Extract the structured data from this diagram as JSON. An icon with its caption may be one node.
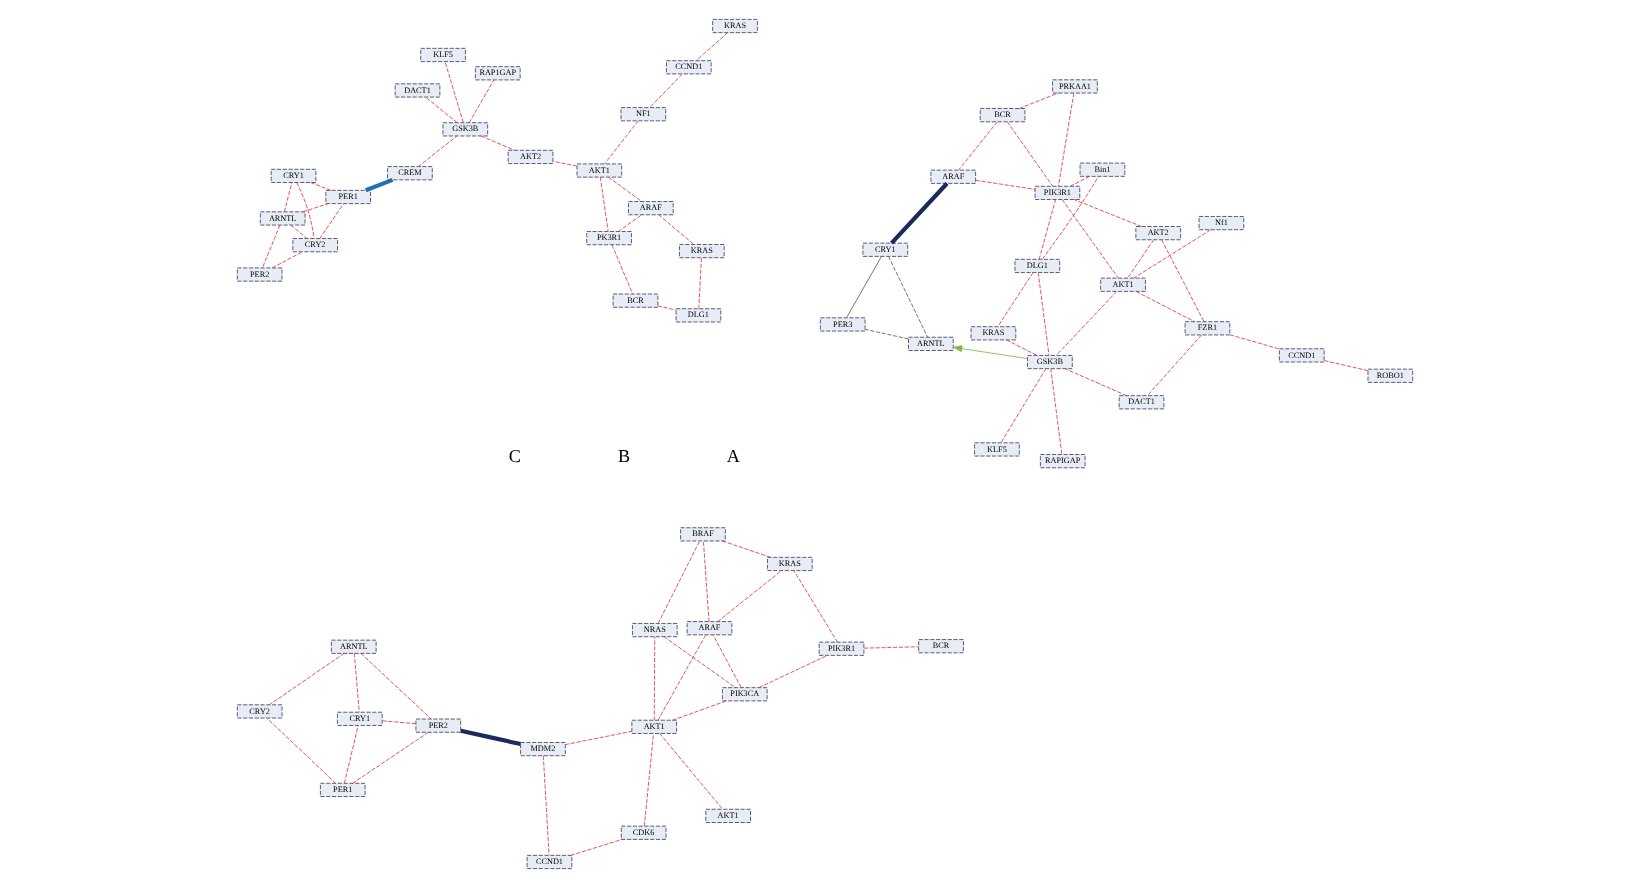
{
  "diagram": {
    "nodes": [
      {
        "text": [
          "ARNTL"
        ]
      },
      {
        "text": [
          "PER1"
        ]
      },
      {
        "text": [
          "CRY1"
        ]
      },
      {
        "text": [
          "PER2"
        ]
      },
      {
        "text": [
          "CRY2"
        ]
      },
      {
        "text": [
          "MDM2"
        ]
      },
      {
        "text": [
          "NRAS"
        ]
      },
      {
        "text": [
          "PIK3CA"
        ]
      },
      {
        "text": [
          "CCND1"
        ]
      },
      {
        "text": [
          "AKT1"
        ]
      },
      {
        "text": [
          "PIK3R1"
        ]
      },
      {
        "text": [
          "BCR"
        ]
      },
      {
        "text": [
          "CDK6"
        ]
      },
      {
        "text": [
          "ARAF"
        ]
      },
      {
        "text": [
          "AKT1"
        ]
      },
      {
        "text": [
          "BRAF"
        ]
      },
      {
        "text": [
          "KRAS"
        ]
      },
      {
        "text": [
          "ARNTL"
        ]
      },
      {
        "text": [
          "CRY1"
        ]
      },
      {
        "text": [
          "CRY2"
        ]
      },
      {
        "text": [
          "PER2"
        ]
      },
      {
        "text": [
          "PER1"
        ]
      },
      {
        "text": [
          "BCR"
        ]
      },
      {
        "text": [
          "PK3R1"
        ]
      },
      {
        "text": [
          "DLG1"
        ]
      },
      {
        "text": [
          "CREM"
        ]
      },
      {
        "text": [
          "KRAS"
        ]
      },
      {
        "text": [
          "CCND1"
        ]
      },
      {
        "text": [
          "NF1"
        ]
      },
      {
        "text": [
          "AKT1"
        ]
      },
      {
        "text": [
          "ARAF"
        ]
      },
      {
        "text": [
          "KRAS"
        ]
      },
      {
        "text": [
          "GSK3B"
        ]
      },
      {
        "text": [
          "AKT2"
        ]
      },
      {
        "text": [
          "KLF5"
        ]
      },
      {
        "text": [
          "RAP1GAP"
        ]
      },
      {
        "text": [
          "DACT1"
        ]
      },
      {
        "text": [
          "Nf1"
        ]
      },
      {
        "text": [
          "DLG1"
        ]
      },
      {
        "text": [
          "BCR"
        ]
      },
      {
        "text": [
          "KRAS"
        ]
      },
      {
        "text": [
          "Bin1"
        ]
      },
      {
        "text": [
          "AKT2"
        ]
      },
      {
        "text": [
          "ARAF"
        ]
      },
      {
        "text": [
          "PRKAA1"
        ]
      },
      {
        "text": [
          "PIK3R1"
        ]
      },
      {
        "text": [
          "AKT1"
        ]
      },
      {
        "text": [
          "DACT1"
        ]
      },
      {
        "text": [
          "FZR1"
        ]
      },
      {
        "text": [
          "GSK3B"
        ]
      },
      {
        "text": [
          "RAPIGAP"
        ]
      },
      {
        "text": [
          "CCND1"
        ]
      },
      {
        "text": [
          "ROBO1"
        ]
      },
      {
        "text": [
          "CRY1"
        ]
      },
      {
        "text": [
          "KLF5"
        ]
      },
      {
        "text": [
          "ARNTL"
        ]
      },
      {
        "text": [
          "PER3"
        ]
      }
    ],
    "edges": [
      {
        "from": 0,
        "to": 3,
        "arrow": "none",
        "style": "dashed"
      },
      {
        "from": 0,
        "to": 2,
        "arrow": "none",
        "style": "dashed"
      },
      {
        "from": 0,
        "to": 4,
        "arrow": "none",
        "style": "dashed"
      },
      {
        "from": 1,
        "to": 3,
        "arrow": "none",
        "style": "dashed"
      },
      {
        "from": 1,
        "to": 2,
        "arrow": "none",
        "style": "dashed"
      },
      {
        "from": 1,
        "to": 4,
        "arrow": "none",
        "style": "dashed"
      },
      {
        "from": 3,
        "to": 2,
        "arrow": "none",
        "style": "dashed"
      },
      {
        "from": 3,
        "to": 5,
        "arrow": "none",
        "style": "thick",
        "color": "#1a2a5a"
      },
      {
        "from": 5,
        "to": 8,
        "arrow": "none",
        "style": "dashed"
      },
      {
        "from": 5,
        "to": 9,
        "arrow": "none",
        "style": "dashed"
      },
      {
        "from": 8,
        "to": 12,
        "arrow": "none",
        "style": "dashed"
      },
      {
        "from": 12,
        "to": 9,
        "arrow": "none",
        "style": "dashed"
      },
      {
        "from": 9,
        "to": 14,
        "arrow": "none",
        "style": "dashed"
      },
      {
        "from": 9,
        "to": 6,
        "arrow": "none",
        "style": "dashed"
      },
      {
        "from": 9,
        "to": 7,
        "arrow": "none",
        "style": "dashed"
      },
      {
        "from": 9,
        "to": 13,
        "arrow": "none",
        "style": "dashed"
      },
      {
        "from": 6,
        "to": 7,
        "arrow": "none",
        "style": "dashed"
      },
      {
        "from": 6,
        "to": 15,
        "arrow": "none",
        "style": "dashed"
      },
      {
        "from": 7,
        "to": 13,
        "arrow": "none",
        "style": "dashed"
      },
      {
        "from": 7,
        "to": 10,
        "arrow": "none",
        "style": "dashed"
      },
      {
        "from": 10,
        "to": 11,
        "arrow": "none",
        "style": "dashed"
      },
      {
        "from": 10,
        "to": 16,
        "arrow": "none",
        "style": "dashed"
      },
      {
        "from": 13,
        "to": 15,
        "arrow": "none",
        "style": "dashed"
      },
      {
        "from": 13,
        "to": 16,
        "arrow": "none",
        "style": "dashed"
      },
      {
        "from": 15,
        "to": 16,
        "arrow": "none",
        "style": "dashed"
      },
      {
        "from": 17,
        "to": 18,
        "arrow": "none",
        "style": "dashed"
      },
      {
        "from": 17,
        "to": 19,
        "arrow": "none",
        "style": "dashed"
      },
      {
        "from": 17,
        "to": 20,
        "arrow": "none",
        "style": "dashed"
      },
      {
        "from": 17,
        "to": 21,
        "arrow": "none",
        "style": "dashed"
      },
      {
        "from": 18,
        "to": 19,
        "arrow": "none",
        "style": "dashed"
      },
      {
        "from": 18,
        "to": 21,
        "arrow": "none",
        "style": "dashed"
      },
      {
        "from": 20,
        "to": 19,
        "arrow": "none",
        "style": "dashed"
      },
      {
        "from": 19,
        "to": 21,
        "arrow": "none",
        "style": "dashed"
      },
      {
        "from": 21,
        "to": 25,
        "arrow": "none",
        "style": "thick",
        "color": "#1f6fb5"
      },
      {
        "from": 25,
        "to": 32,
        "arrow": "none",
        "style": "dashed"
      },
      {
        "from": 26,
        "to": 27,
        "arrow": "none",
        "style": "dashed"
      },
      {
        "from": 27,
        "to": 28,
        "arrow": "none",
        "style": "dashed"
      },
      {
        "from": 28,
        "to": 29,
        "arrow": "none",
        "style": "dashed"
      },
      {
        "from": 29,
        "to": 30,
        "arrow": "none",
        "style": "dashed"
      },
      {
        "from": 29,
        "to": 23,
        "arrow": "none",
        "style": "dashed"
      },
      {
        "from": 29,
        "to": 33,
        "arrow": "none",
        "style": "dashed"
      },
      {
        "from": 23,
        "to": 30,
        "arrow": "none",
        "style": "dashed"
      },
      {
        "from": 23,
        "to": 22,
        "arrow": "none",
        "style": "dashed"
      },
      {
        "from": 22,
        "to": 24,
        "arrow": "none",
        "style": "dashed"
      },
      {
        "from": 24,
        "to": 31,
        "arrow": "none",
        "style": "dashed"
      },
      {
        "from": 30,
        "to": 31,
        "arrow": "none",
        "style": "dashed"
      },
      {
        "from": 32,
        "to": 33,
        "arrow": "none",
        "style": "dashed"
      },
      {
        "from": 32,
        "to": 34,
        "arrow": "none",
        "style": "dashed"
      },
      {
        "from": 32,
        "to": 35,
        "arrow": "none",
        "style": "dashed"
      },
      {
        "from": 32,
        "to": 36,
        "arrow": "none",
        "style": "dashed"
      },
      {
        "from": 38,
        "to": 41,
        "arrow": "none",
        "style": "dashed"
      },
      {
        "from": 38,
        "to": 45,
        "arrow": "none",
        "style": "dashed"
      },
      {
        "from": 38,
        "to": 40,
        "arrow": "none",
        "style": "dashed"
      },
      {
        "from": 38,
        "to": 49,
        "arrow": "none",
        "style": "dashed"
      },
      {
        "from": 41,
        "to": 45,
        "arrow": "none",
        "style": "dashed"
      },
      {
        "from": 39,
        "to": 45,
        "arrow": "none",
        "style": "dashed"
      },
      {
        "from": 39,
        "to": 43,
        "arrow": "none",
        "style": "dashed"
      },
      {
        "from": 39,
        "to": 44,
        "arrow": "none",
        "style": "dashed"
      },
      {
        "from": 37,
        "to": 46,
        "arrow": "none",
        "style": "dashed"
      },
      {
        "from": 40,
        "to": 49,
        "arrow": "none",
        "style": "dashed"
      },
      {
        "from": 42,
        "to": 45,
        "arrow": "none",
        "style": "dashed"
      },
      {
        "from": 42,
        "to": 46,
        "arrow": "none",
        "style": "dashed"
      },
      {
        "from": 42,
        "to": 48,
        "arrow": "none",
        "style": "dashed"
      },
      {
        "from": 43,
        "to": 45,
        "arrow": "none",
        "style": "dashed"
      },
      {
        "from": 44,
        "to": 45,
        "arrow": "none",
        "style": "dashed"
      },
      {
        "from": 45,
        "to": 46,
        "arrow": "none",
        "style": "dashed"
      },
      {
        "from": 46,
        "to": 48,
        "arrow": "none",
        "style": "dashed"
      },
      {
        "from": 46,
        "to": 49,
        "arrow": "none",
        "style": "dashed"
      },
      {
        "from": 48,
        "to": 47,
        "arrow": "none",
        "style": "dashed"
      },
      {
        "from": 48,
        "to": 51,
        "arrow": "none",
        "style": "dashed"
      },
      {
        "from": 47,
        "to": 49,
        "arrow": "none",
        "style": "dashed"
      },
      {
        "from": 43,
        "to": 53,
        "arrow": "none",
        "style": "thick",
        "color": "#1a2a5a"
      },
      {
        "from": 49,
        "to": 55,
        "arrow": "to",
        "color": "#7ab648"
      },
      {
        "from": 49,
        "to": 50,
        "arrow": "none",
        "style": "dashed"
      },
      {
        "from": 49,
        "to": 54,
        "arrow": "none",
        "style": "dashed"
      },
      {
        "from": 51,
        "to": 52,
        "arrow": "none",
        "style": "dashed"
      },
      {
        "from": 53,
        "to": 55,
        "arrow": "none",
        "style": "dashed",
        "color": "#5a5a40"
      },
      {
        "from": 53,
        "to": 56,
        "arrow": "none",
        "color": "#5a5a40"
      },
      {
        "from": 55,
        "to": 56,
        "arrow": "none",
        "style": "dashed",
        "color": "#5a5a40"
      }
    ],
    "labels": [
      "A",
      "B",
      "C"
    ]
  }
}
